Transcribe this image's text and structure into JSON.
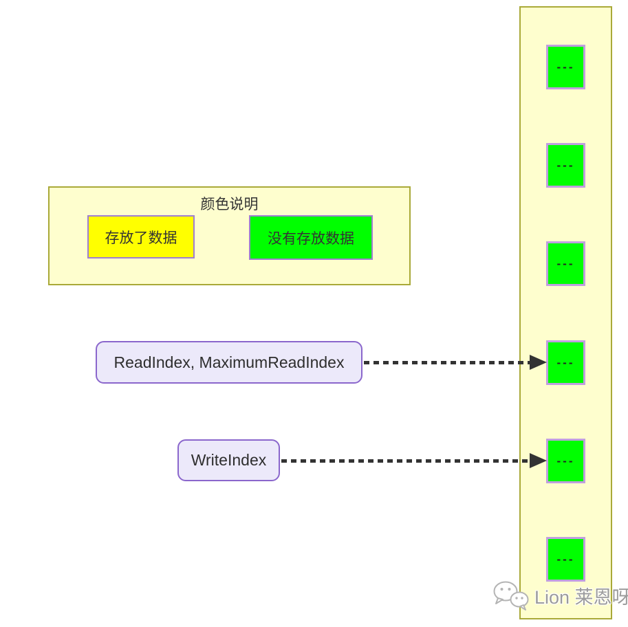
{
  "legend": {
    "title": "颜色说明",
    "items": [
      {
        "label": "存放了数据",
        "color": "#ffff00",
        "meaning": "filled"
      },
      {
        "label": "没有存放数据",
        "color": "#00ff00",
        "meaning": "empty"
      }
    ]
  },
  "pointers": [
    {
      "label": "ReadIndex, MaximumReadIndex",
      "target_cell_index": 3
    },
    {
      "label": "WriteIndex",
      "target_cell_index": 4
    }
  ],
  "queue": {
    "cells": [
      {
        "label": "---",
        "state": "empty",
        "color": "#00ff00"
      },
      {
        "label": "---",
        "state": "empty",
        "color": "#00ff00"
      },
      {
        "label": "---",
        "state": "empty",
        "color": "#00ff00"
      },
      {
        "label": "---",
        "state": "empty",
        "color": "#00ff00"
      },
      {
        "label": "---",
        "state": "empty",
        "color": "#00ff00"
      },
      {
        "label": "---",
        "state": "empty",
        "color": "#00ff00"
      }
    ]
  },
  "watermark": {
    "text": "Lion 莱恩呀",
    "icon": "chat-bubbles-icon"
  },
  "colors": {
    "panel_background": "#fefece",
    "panel_border": "#a9a938",
    "cell_fill": "#00ff00",
    "cell_border": "#bf9fdf",
    "swatch_filled": "#ffff00",
    "swatch_border": "#9f7fd0",
    "node_fill": "#ece9fa",
    "node_border": "#8a66cc",
    "arrow": "#333333",
    "text": "#333333",
    "watermark_text": "#9b9b9b"
  }
}
